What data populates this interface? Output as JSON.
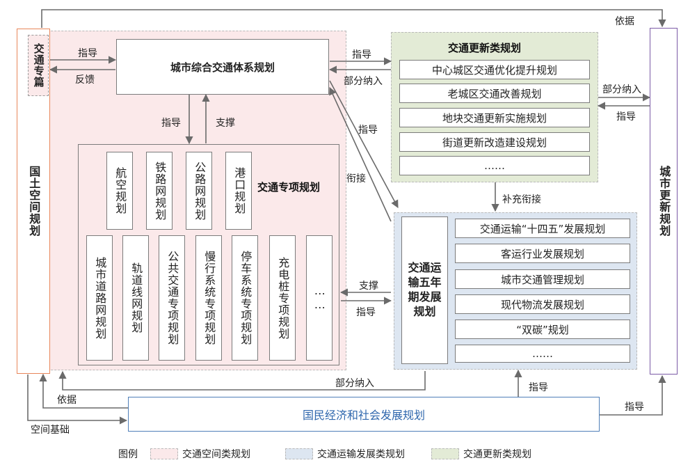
{
  "nodes": {
    "guotu": "国土空间规划",
    "gengxin_main": "城市更新规划",
    "zhuanpian": "交通专篇",
    "zonghe": "城市综合交通体系规划",
    "zhuanxiang_title": "交通专项规划",
    "zhuanxiang_top": [
      "航空规划",
      "铁路网规划",
      "公路网规划",
      "港口规划"
    ],
    "zhuanxiang_bottom": [
      "城市道路网规划",
      "轨道线网规划",
      "公共交通专项规划",
      "慢行系统专项规划",
      "停车系统专项规划",
      "充电桩专项规划",
      "……"
    ],
    "update_title": "交通更新类规划",
    "update_items": [
      "中心城区交通优化提升规划",
      "老城区交通改善规划",
      "地块交通更新实施规划",
      "街道更新改造建设规划",
      "……"
    ],
    "wunian": "交通运输五年期发展规划",
    "wunian_items": [
      "交通运输“十四五”发展规划",
      "客运行业发展规划",
      "城市交通管理规划",
      "现代物流发展规划",
      "“双碳”规划",
      "……"
    ],
    "guomin": "国民经济和社会发展规划"
  },
  "edges": {
    "yiju_top": "依据",
    "zhidao_zp": "指导",
    "fankui": "反馈",
    "zhidao_zx": "指导",
    "zhicheng_zx": "支撑",
    "zhidao_upd": "指导",
    "bufen_upd": "部分纳入",
    "zhidao_diag": "指导",
    "jiejie_diag": "衔接",
    "bufen_right": "部分纳入",
    "zhidao_right": "指导",
    "buchong": "补充衔接",
    "zhicheng_mid": "支撑",
    "zhidao_mid": "指导",
    "bufen_bottom": "部分纳入",
    "zhidao_up": "指导",
    "yiju_left": "依据",
    "kongjian": "空间基础",
    "zhidao_br": "指导"
  },
  "legend": {
    "title": "图例",
    "items": [
      "交通空间类规划",
      "交通运输发展类规划",
      "交通更新类规划"
    ]
  },
  "colors": {
    "guotu_border": "#e8865a",
    "gengxin_border": "#7b5aa6",
    "guomin_border": "#4f7fb8",
    "guomin_text": "#2f67ad",
    "arrow": "#6a6a6a"
  }
}
